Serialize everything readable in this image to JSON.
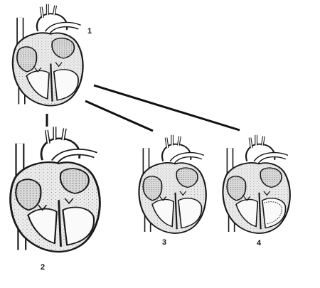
{
  "diagram": {
    "labels": {
      "heart_1": "1",
      "heart_2": "2",
      "heart_3": "3",
      "heart_4": "4"
    },
    "colors": {
      "ink": "#1a1a1a",
      "stipple_fill": "#e6e6e6",
      "background": "#ffffff"
    }
  }
}
